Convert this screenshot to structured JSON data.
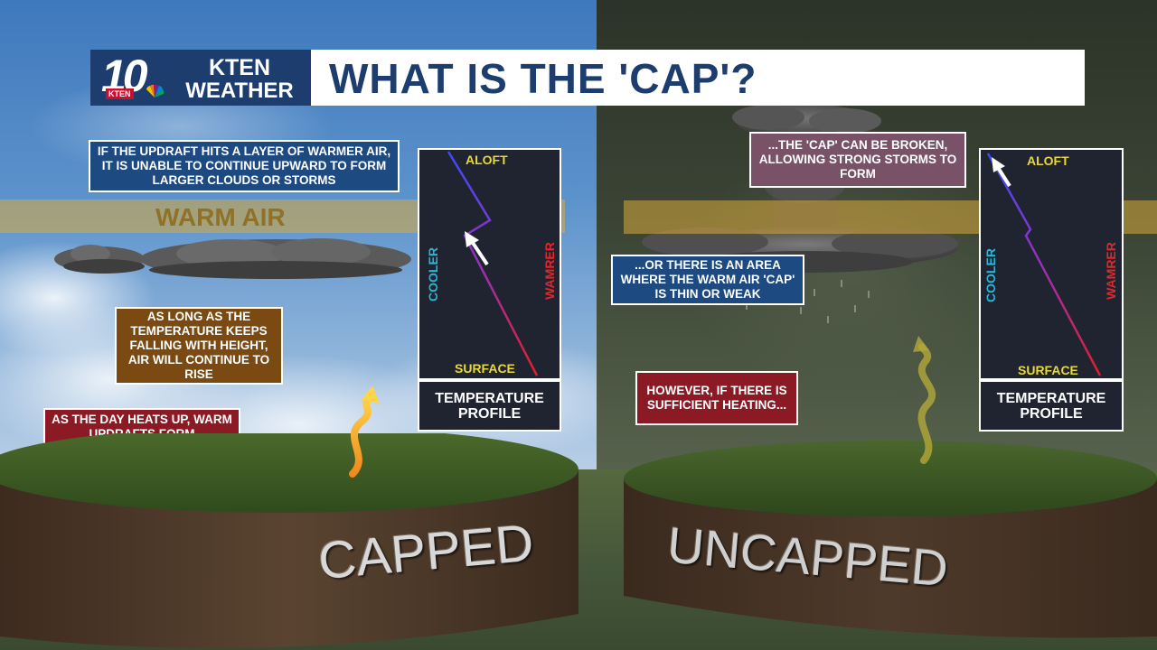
{
  "header": {
    "logo_number": "10",
    "logo_small": "KTEN",
    "logo_line1": "KTEN",
    "logo_line2": "WEATHER",
    "title": "WHAT IS THE 'CAP'?"
  },
  "left": {
    "warm_air_label": "WARM AIR",
    "box_updraft_hits": "IF THE UPDRAFT HITS A LAYER OF WARMER AIR, IT IS UNABLE TO CONTINUE UPWARD TO FORM LARGER CLOUDS OR STORMS",
    "box_temp_falling": "AS LONG AS THE TEMPERATURE KEEPS FALLING WITH HEIGHT, AIR WILL CONTINUE TO RISE",
    "box_day_heats": "AS THE DAY HEATS UP, WARM UPDRAFTS FORM",
    "platform_label": "CAPPED",
    "profile": {
      "aloft": "ALOFT",
      "surface": "SURFACE",
      "cooler": "COOLER",
      "warmer": "WAMRER",
      "footer": "TEMPERATURE PROFILE"
    }
  },
  "right": {
    "box_cap_broken": "...THE 'CAP' CAN BE BROKEN, ALLOWING STRONG STORMS TO FORM",
    "box_area_thin": "...OR THERE IS AN AREA WHERE THE WARM AIR 'CAP' IS THIN OR WEAK",
    "box_however": "HOWEVER, IF THERE IS SUFFICIENT HEATING...",
    "platform_label": "UNCAPPED",
    "profile": {
      "aloft": "ALOFT",
      "surface": "SURFACE",
      "cooler": "COOLER",
      "warmer": "WAMRER",
      "footer": "TEMPERATURE PROFILE"
    }
  },
  "colors": {
    "brand_blue": "#1c3d6e",
    "box_blue": "#1d4a80",
    "box_brown": "#7a4a12",
    "box_red": "#8c1a24",
    "box_mauve": "#7a5268",
    "warm_band": "#d8aa3c",
    "aloft_surface_text": "#e8d83a",
    "cooler_text": "#27b6d8",
    "warmer_text": "#e0282a"
  }
}
